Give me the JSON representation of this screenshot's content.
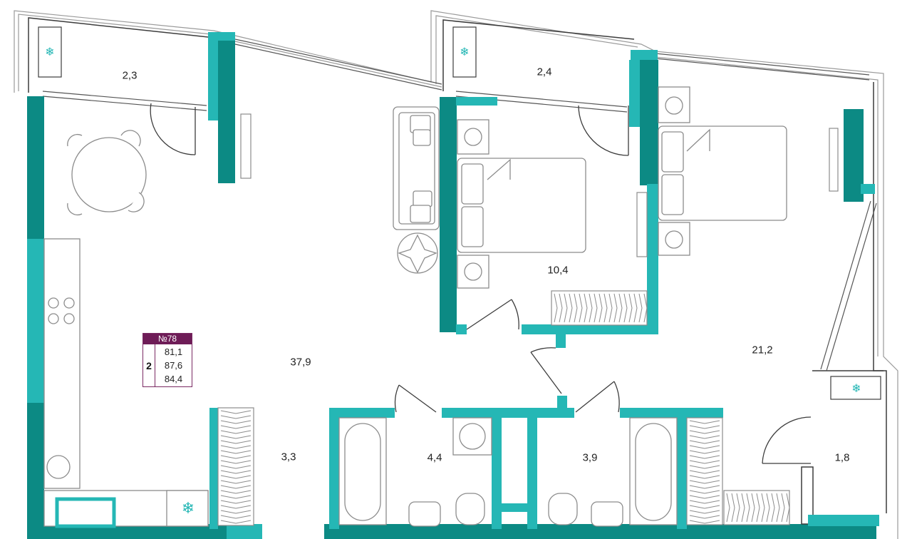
{
  "colors": {
    "wall_dark": "#0c8a84",
    "wall_light": "#25b7b5",
    "line": "#3c3c3c",
    "furniture": "#8c8c8c",
    "badge_header": "#6e1c57",
    "accent_icon": "#25b7b5"
  },
  "rooms": [
    {
      "key": "balcony_left",
      "area": "2,3"
    },
    {
      "key": "balcony_right",
      "area": "2,4"
    },
    {
      "key": "bedroom",
      "area": "10,4"
    },
    {
      "key": "living_kitchen",
      "area": "37,9"
    },
    {
      "key": "master_bedroom",
      "area": "21,2"
    },
    {
      "key": "hall",
      "area": "3,3"
    },
    {
      "key": "bathroom",
      "area": "4,4"
    },
    {
      "key": "bathroom_2",
      "area": "3,9"
    },
    {
      "key": "wardrobe",
      "area": "1,8"
    }
  ],
  "apartment": {
    "number": "№78",
    "rooms_count": "2",
    "areas": [
      "81,1",
      "87,6",
      "84,4"
    ]
  },
  "icons": [
    "ac-unit-icon",
    "ac-unit-icon",
    "ac-unit-icon",
    "ac-unit-icon"
  ]
}
